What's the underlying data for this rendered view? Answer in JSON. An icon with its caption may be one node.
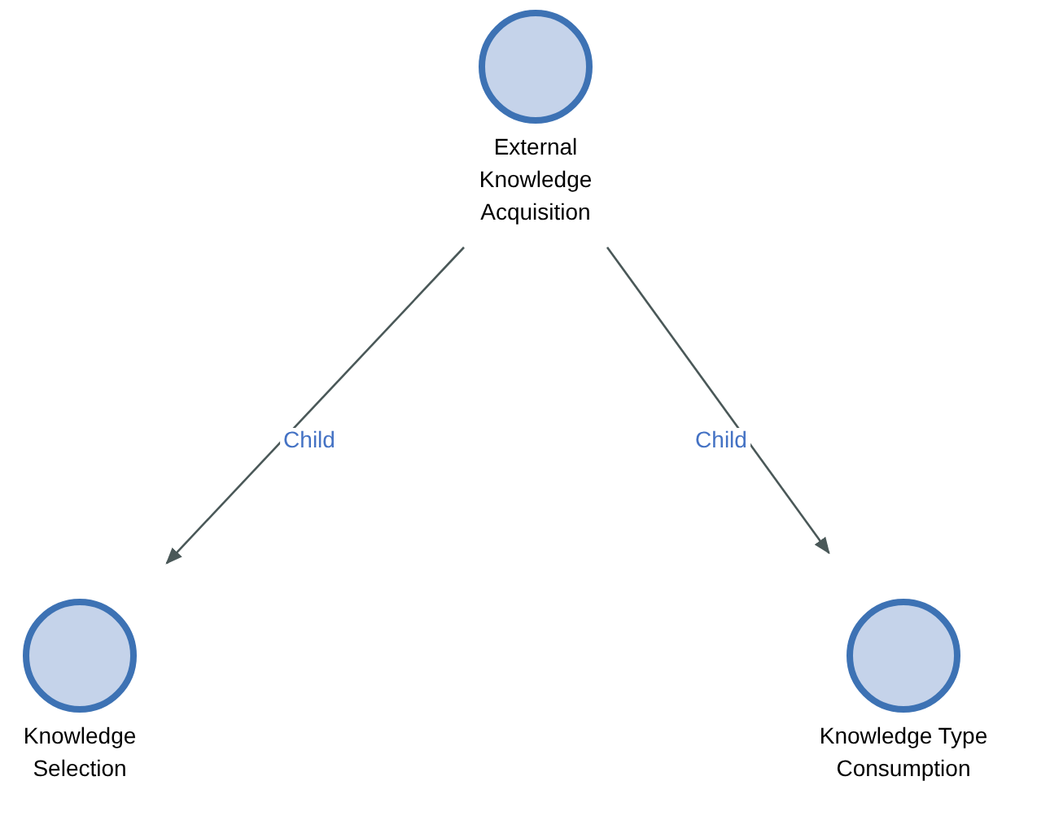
{
  "diagram": {
    "nodes": [
      {
        "text": [
          "External Knowledge Acquisition"
        ]
      },
      {
        "text": [
          "Knowledge Selection"
        ]
      },
      {
        "text": [
          "Knowledge Type Consumption"
        ]
      }
    ],
    "edges": [
      {
        "from": 0,
        "to": 1,
        "arrow": "to",
        "label": "Child"
      },
      {
        "from": 0,
        "to": 2,
        "arrow": "to",
        "label": "Child"
      }
    ]
  }
}
